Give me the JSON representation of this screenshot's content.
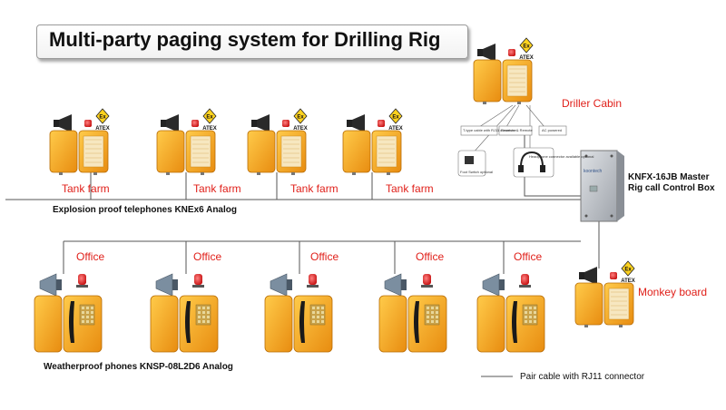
{
  "title": "Multi-party paging system for Drilling Rig",
  "atex_badge": {
    "symbol": "Ex",
    "text": "ATEX"
  },
  "locations": {
    "tank_farm": "Tank farm",
    "office": "Office",
    "driller_cabin": "Driller Cabin",
    "monkey_board": "Monkey board"
  },
  "control_box": {
    "line1": "KNFX-16JB Master",
    "line2": "Rig call Control Box",
    "brand": "koontech"
  },
  "explosion_phones_label": "Explosion proof telephones KNEx6 Analog",
  "weatherproof_phones_label": "Weatherproof phones KNSP-08L2D6 Analog",
  "legend": {
    "pair_cable": "Pair cable with RJ11 connector"
  },
  "driller_accessories": [
    "T-type cable with RJ11 connector",
    "Receiver & Remote",
    "AC powered",
    "Foot Switch optional",
    "Headphone connector available optional"
  ],
  "colors": {
    "phone_yellow": "#f5a81c",
    "label_red": "#e0201a",
    "line_gray": "#444444",
    "box_gray": "#b8bcc2"
  }
}
